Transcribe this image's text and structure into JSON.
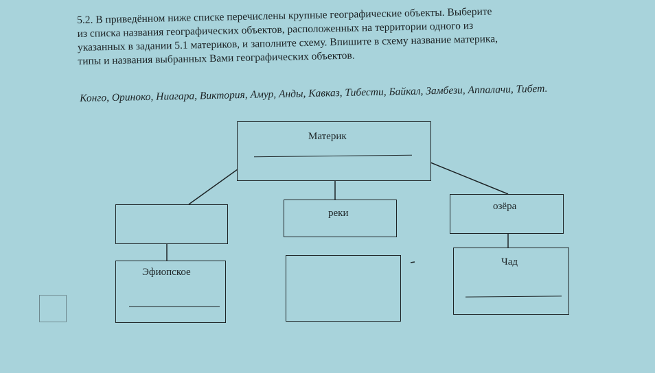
{
  "task": {
    "lines": [
      "5.2. В приведённом ниже списке перечислены крупные географические объекты. Выберите",
      "из списка названия географических объектов, расположенных на территории одного из",
      "указанных в задании 5.1 материков, и заполните схему. Впишите в схему название материка,",
      "типы и названия выбранных Вами географических объектов."
    ],
    "objects_list": "Конго, Ориноко, Ниагара, Виктория, Амур, Анды, Кавказ, Тибести, Байкал, Замбези, Аппалачи, Тибет."
  },
  "diagram": {
    "root": "Материк",
    "branches": [
      {
        "type": "",
        "name": "Эфиопское"
      },
      {
        "type": "реки",
        "name": ""
      },
      {
        "type": "озёра",
        "name": "Чад"
      }
    ]
  }
}
